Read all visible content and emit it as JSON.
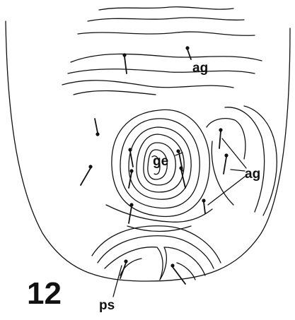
{
  "figure": {
    "number": "12",
    "labels": {
      "ag_top": "ag",
      "ag_right": "ag",
      "ge": "ge",
      "ps": "ps"
    },
    "colors": {
      "ink": "#111111",
      "background": "#ffffff"
    }
  }
}
